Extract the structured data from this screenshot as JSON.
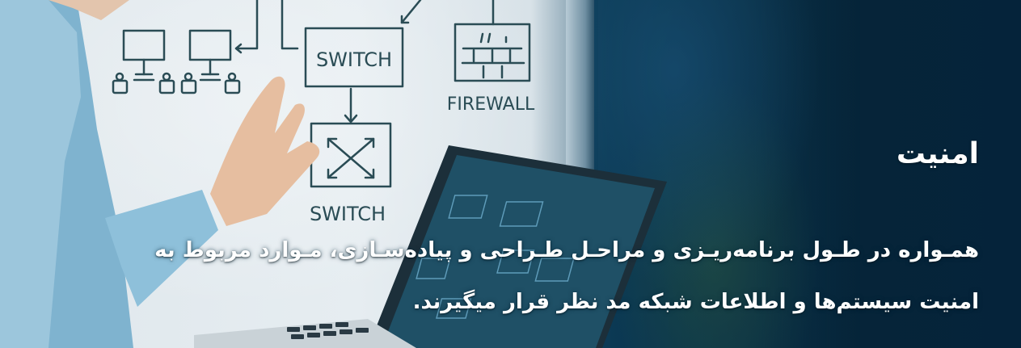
{
  "banner": {
    "title": "امنیت",
    "description": "همـواره در طـول برنامه‌ریـزی و مراحـل طـراحی و پیاده‌سـازی، مـوارد مربوط به امنیت سیستم‌ها و اطلاعات شبکه مد نظر قرار میگیرند.",
    "background": {
      "theme": "network-security-whiteboard",
      "diagram_labels": {
        "switch_top": "SWITCH",
        "switch_bottom": "SWITCH",
        "firewall": "FIREWALL"
      }
    },
    "colors": {
      "dark_panel": "#05233a",
      "text": "#ffffff",
      "diagram_ink": "#2a4c55"
    }
  }
}
